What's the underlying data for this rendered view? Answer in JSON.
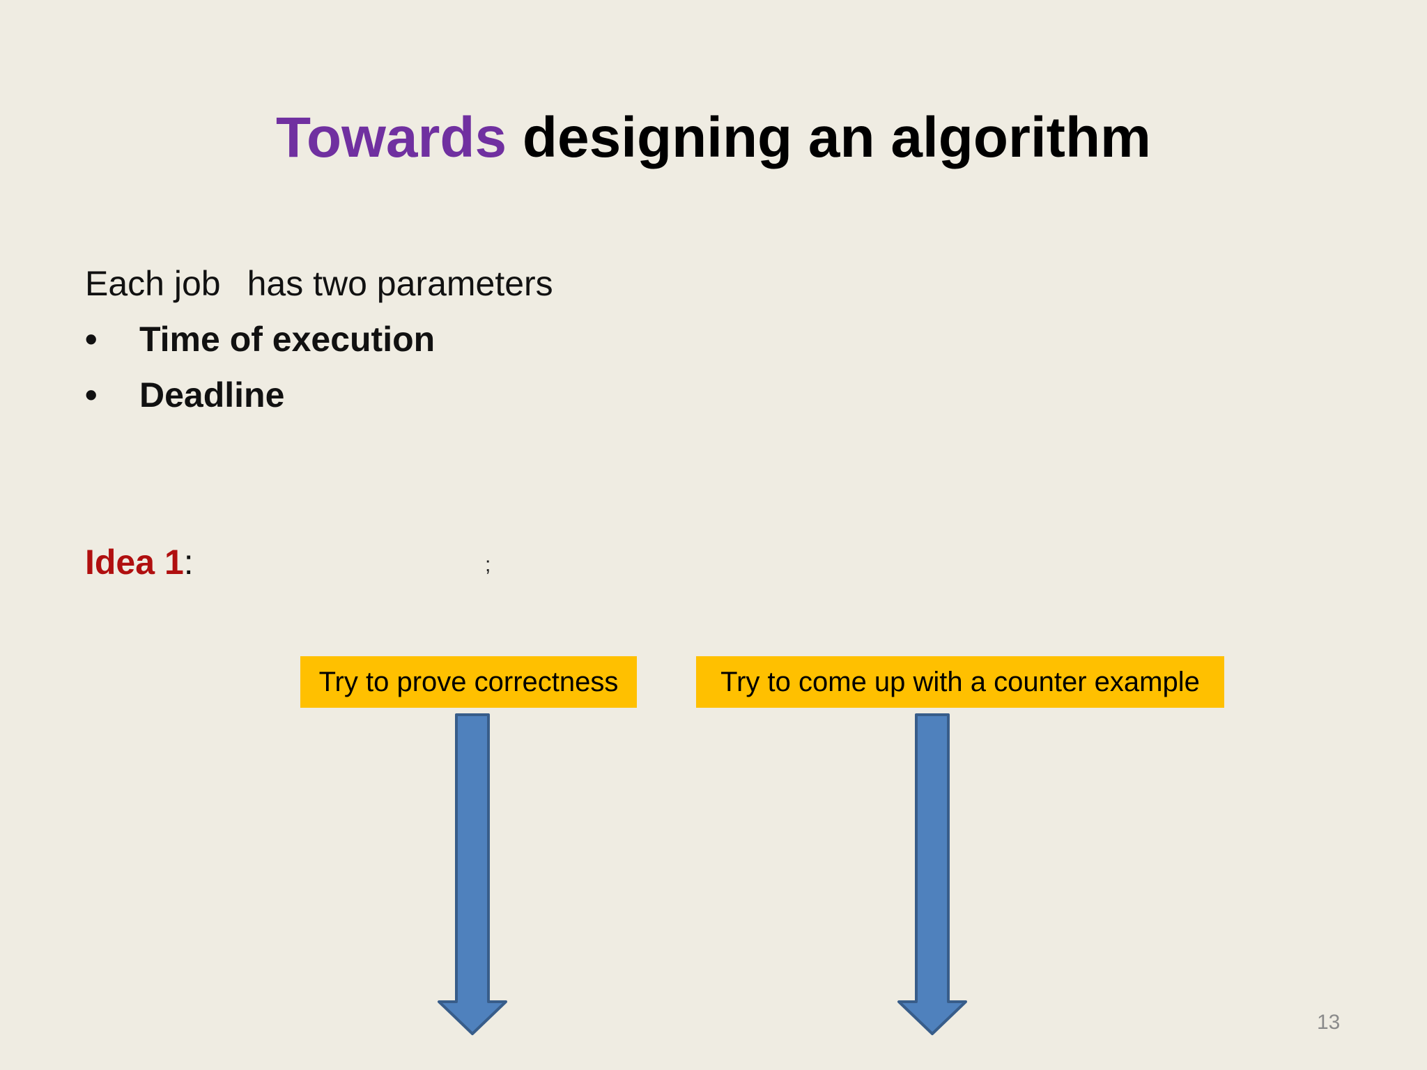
{
  "slide": {
    "title_accent": "Towards",
    "title_rest": "designing an algorithm",
    "intro_part1": "Each job",
    "intro_part2": "has two parameters",
    "bullet_glyph": "•",
    "bullets": [
      {
        "label": "Time of execution"
      },
      {
        "label": "Deadline"
      }
    ],
    "idea_label": "Idea 1",
    "idea_colon": ":",
    "idea_fragment": ";",
    "boxes": {
      "left": "Try to prove correctness",
      "right": "Try to come up with a counter example"
    },
    "page_number": "13"
  },
  "colors": {
    "background": "#efece2",
    "title_accent": "#7030a0",
    "idea_label": "#b00f0f",
    "box_fill": "#ffc000",
    "arrow_fill": "#4f81bd",
    "arrow_stroke": "#385d8a"
  }
}
